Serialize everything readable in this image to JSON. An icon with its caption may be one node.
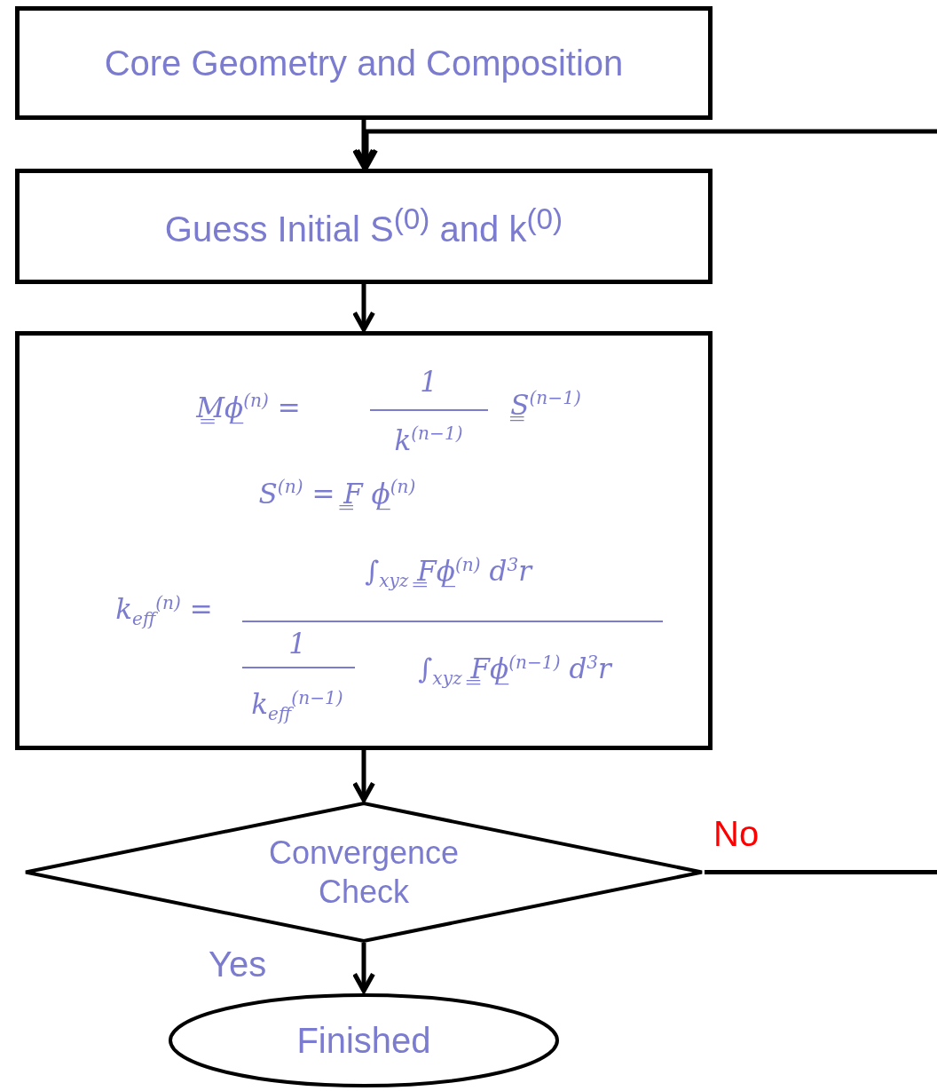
{
  "diagram": {
    "nodes": [
      {
        "text": [
          "Core Geometry and Composition"
        ]
      },
      {
        "text": [
          "Guess Initial S$^{(0)}$ and k$^{(0)}$"
        ]
      },
      {
        "text": [
          "M̳ϕ̲$^{(n)}$ =",
          "1",
          "k$^{(n−1)}$",
          "S̳$^{(n−1)}$",
          "S$^{(n)}$ = F̳ ϕ̲$^{(n)}$",
          "k$_{eff}$$^{(n)}$ =",
          "∫$_{xyz}$ F̳ϕ̲$^{(n)}$ d$^{3}$r",
          "1",
          "k$_{eff}$$^{(n−1)}$",
          "∫$_{xyz}$ F̳ϕ̲$^{(n−1)}$ d$^{3}$r"
        ]
      },
      {
        "text": [
          "Convergence Check"
        ]
      },
      {
        "text": [
          "Finished"
        ]
      }
    ],
    "edges": [
      {
        "from": 0,
        "to": 1,
        "arrow": "to"
      },
      {
        "from": 1,
        "to": 2,
        "arrow": "to"
      },
      {
        "from": 2,
        "to": 3,
        "arrow": "to"
      },
      {
        "from": 3,
        "to": 4,
        "arrow": "to",
        "label": "Yes"
      },
      {
        "from": 3,
        "to": 1,
        "arrow": "to",
        "label": "No"
      }
    ]
  }
}
